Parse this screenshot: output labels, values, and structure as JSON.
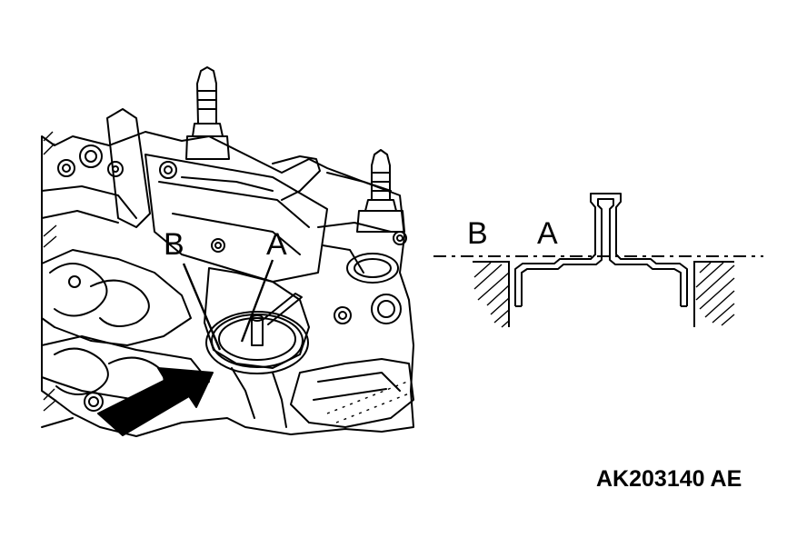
{
  "labels": {
    "left_b": "B",
    "left_a": "A",
    "right_b": "B",
    "right_a": "A"
  },
  "figure_code": "AK203140 AE",
  "colors": {
    "ink": "#000000",
    "paper": "#ffffff"
  }
}
